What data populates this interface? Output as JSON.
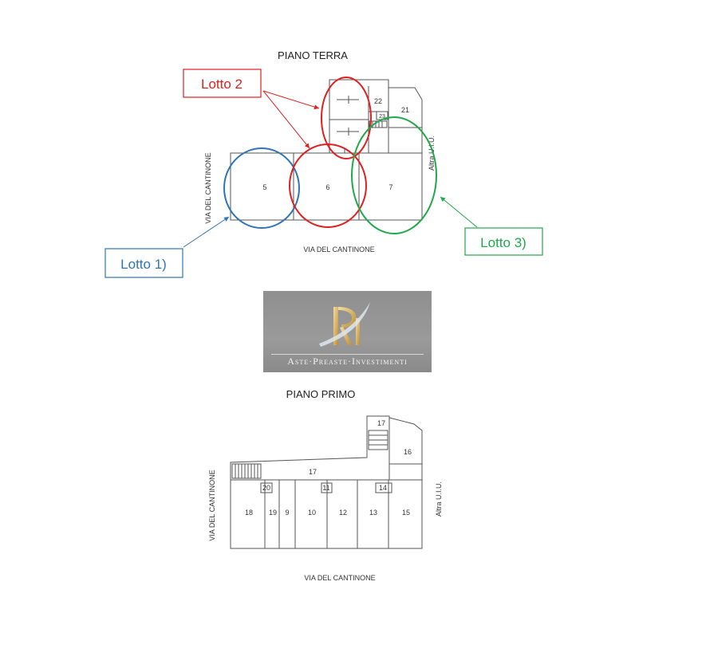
{
  "ground_floor": {
    "title": "PIANO TERRA",
    "street_left": "VIA DEL CANTINONE",
    "street_bottom": "VIA DEL CANTINONE",
    "neighbor": "Altra U.I.U.",
    "rooms": [
      "5",
      "6",
      "7",
      "21",
      "22",
      "23"
    ]
  },
  "first_floor": {
    "title": "PIANO PRIMO",
    "street_left": "VIA DEL CANTINONE",
    "street_bottom": "VIA DEL CANTINONE",
    "neighbor": "Altra U.I.U.",
    "rooms": [
      "17",
      "16",
      "17",
      "20",
      "11",
      "14",
      "18",
      "19",
      "9",
      "10",
      "12",
      "13",
      "15"
    ]
  },
  "lots": [
    {
      "label": "Lotto 1)",
      "color": "#2e75b6"
    },
    {
      "label": "Lotto 2",
      "color": "#e02020"
    },
    {
      "label": "Lotto 3)",
      "color": "#21a84a"
    }
  ],
  "logo": {
    "monogram": "RI",
    "caption": "Aste·Preaste·Investimenti",
    "background": "#939393"
  }
}
